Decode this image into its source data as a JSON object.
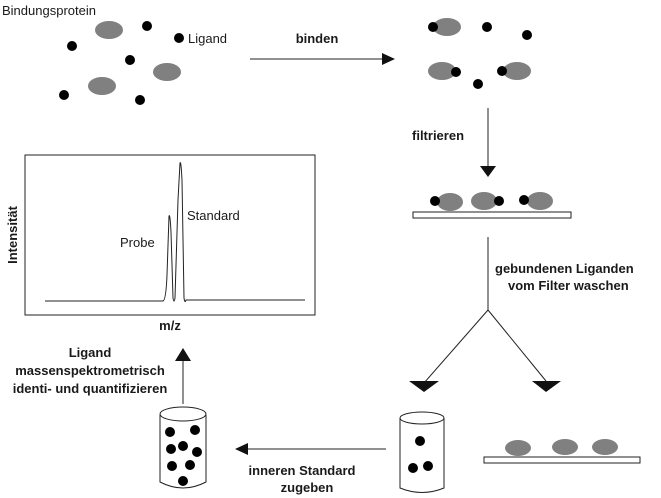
{
  "labels": {
    "bindungsprotein": "Bindungsprotein",
    "ligand": "Ligand",
    "binden": "binden",
    "filtrieren": "filtrieren",
    "waschen_line1": "gebundenen Liganden",
    "waschen_line2": "vom Filter waschen",
    "standard_line1": "inneren Standard",
    "standard_line2": "zugeben",
    "ms_line1": "Ligand",
    "ms_line2": "massenspektrometrisch",
    "ms_line3": "identi- und quantifizieren"
  },
  "spectrum": {
    "ylabel": "Intensität",
    "xlabel": "m/z",
    "peak_probe_label": "Probe",
    "peak_standard_label": "Standard"
  },
  "colors": {
    "protein": "#808080",
    "ligand_fill": "#ffffff",
    "ligand_standard_fill": "#c4c4c4",
    "outline": "#222222"
  }
}
